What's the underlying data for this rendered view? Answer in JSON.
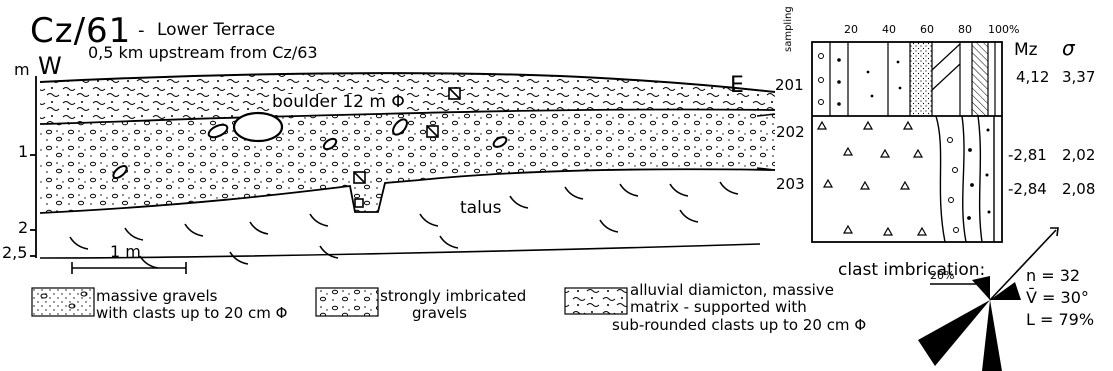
{
  "header": {
    "section_id": "Cz/61",
    "dash": "-",
    "subtitle": "Lower Terrace",
    "location": "0,5 km upstream from Cz/63"
  },
  "profile": {
    "y_unit": "m",
    "west": "W",
    "east": "E",
    "depth_labels": [
      "1",
      "2",
      "2,5"
    ],
    "scale_bar": "1 m",
    "boulder_label": "boulder 12 m Φ",
    "talus_label": "talus",
    "sample_ids": [
      "201",
      "202",
      "203"
    ]
  },
  "grain_chart": {
    "sampling_label": "sampling",
    "tick_labels": [
      "20",
      "40",
      "60",
      "80",
      "100%"
    ],
    "columns": [
      "Mz",
      "σ"
    ],
    "rows": [
      {
        "sample": "201",
        "mz": "4,12",
        "sigma": "3,37"
      },
      {
        "sample": "202",
        "mz": "-2,81",
        "sigma": "2,02"
      },
      {
        "sample": "203",
        "mz": "-2,84",
        "sigma": "2,08"
      }
    ]
  },
  "imbrication": {
    "title": "clast imbrication:",
    "scale_label": "20%",
    "n": "n = 32",
    "v": "V̄ = 30°",
    "l": "L = 79%"
  },
  "legend": [
    {
      "id": "massive-gravels",
      "lines": [
        "massive gravels",
        "with clasts up to 20 cm Φ"
      ]
    },
    {
      "id": "imbricated-gravels",
      "lines": [
        "strongly imbricated",
        "gravels"
      ]
    },
    {
      "id": "diamicton",
      "lines": [
        "alluvial diamicton, massive",
        "matrix - supported with",
        "sub-rounded clasts up to 20 cm Φ"
      ]
    }
  ]
}
